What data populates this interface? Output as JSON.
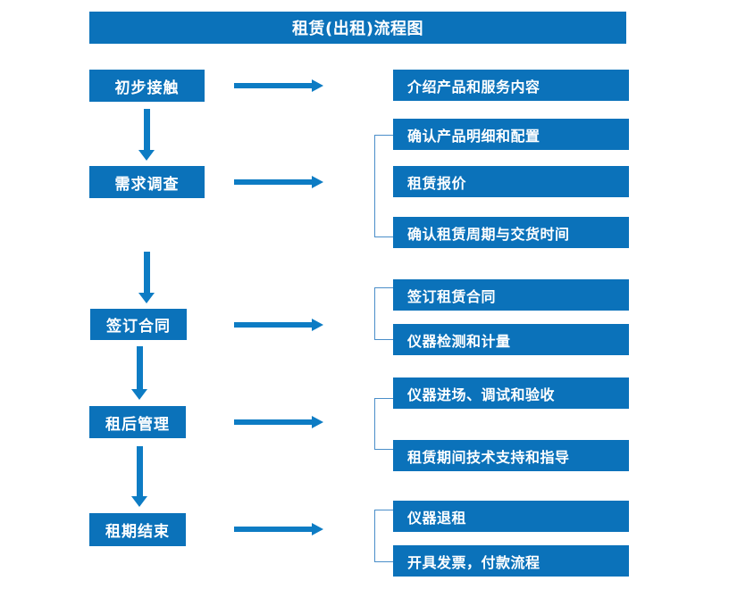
{
  "diagram": {
    "title": "租赁(出租)流程图",
    "theme": {
      "box_fill": "#0b72ba",
      "box_text": "#ffffff",
      "arrow_color": "#0d7cc4",
      "bracket_color": "#4a8ec9",
      "background": "#ffffff"
    },
    "stages": [
      {
        "label": "初步接触"
      },
      {
        "label": "需求调查"
      },
      {
        "label": "签订合同"
      },
      {
        "label": "租后管理"
      },
      {
        "label": "租期结束"
      }
    ],
    "details": [
      {
        "label": "介绍产品和服务内容"
      },
      {
        "label": "确认产品明细和配置"
      },
      {
        "label": "租赁报价"
      },
      {
        "label": "确认租赁周期与交货时间"
      },
      {
        "label": "签订租赁合同"
      },
      {
        "label": "仪器检测和计量"
      },
      {
        "label": "仪器进场、调试和验收"
      },
      {
        "label": "租赁期间技术支持和指导"
      },
      {
        "label": "仪器退租"
      },
      {
        "label": "开具发票，付款流程"
      }
    ],
    "connectors": {
      "horizontal_arrow_icon": "arrow-right-icon",
      "vertical_arrow_icon": "arrow-down-icon",
      "bracket_icon": "bracket-left-icon"
    }
  }
}
